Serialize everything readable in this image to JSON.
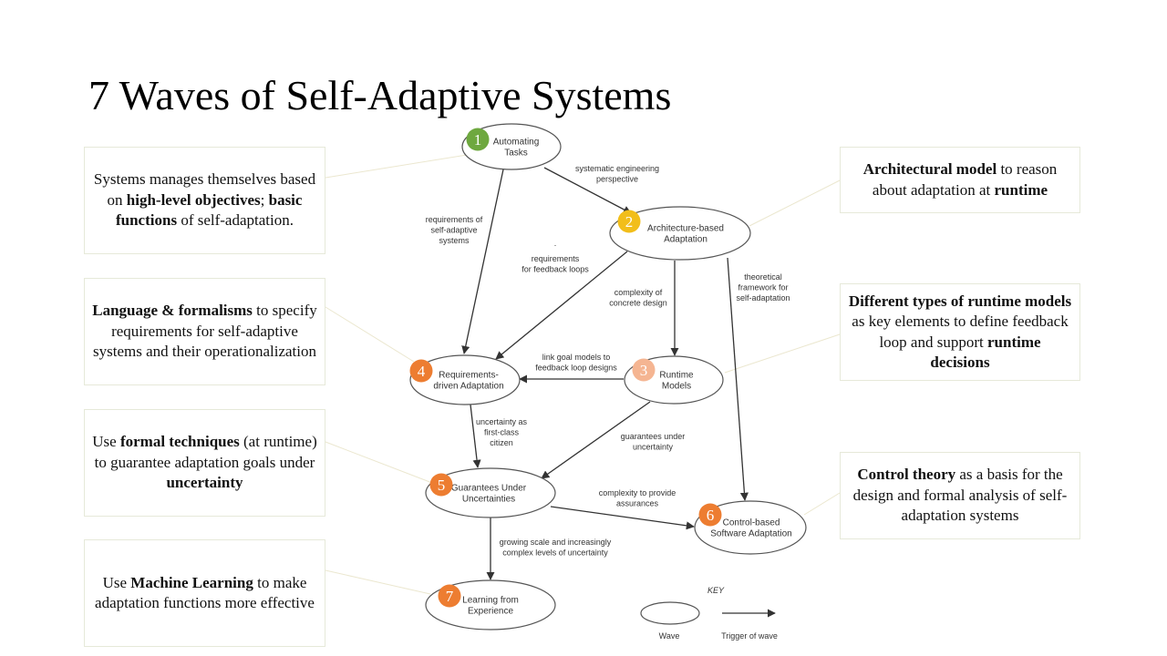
{
  "title": "7 Waves of Self-Adaptive Systems",
  "colors": {
    "green": "#6ea83f",
    "yellow": "#f2be1a",
    "orange": "#ed7d31",
    "peach": "#f5b592",
    "box_border": "#e6e9d9",
    "leader": "#ebe7cf",
    "edge": "#333333"
  },
  "boxes": [
    {
      "parts": [
        {
          "t": "Systems manages themselves based on "
        },
        {
          "t": "high-level objectives",
          "b": true
        },
        {
          "t": "; "
        },
        {
          "t": "basic functions",
          "b": true
        },
        {
          "t": " of self-adaptation."
        }
      ]
    },
    {
      "parts": [
        {
          "t": "Language & formalisms",
          "b": true
        },
        {
          "t": " to specify requirements for self-adaptive systems and their operationalization"
        }
      ]
    },
    {
      "parts": [
        {
          "t": "Use "
        },
        {
          "t": "formal techniques",
          "b": true
        },
        {
          "t": " (at runtime) to guarantee adaptation goals under "
        },
        {
          "t": "uncertainty",
          "b": true
        }
      ]
    },
    {
      "parts": [
        {
          "t": "Use "
        },
        {
          "t": "Machine Learning",
          "b": true
        },
        {
          "t": " to make adaptation functions more effective"
        }
      ]
    },
    {
      "parts": [
        {
          "t": "Architectural model",
          "b": true
        },
        {
          "t": " to reason about adaptation at "
        },
        {
          "t": "runtime",
          "b": true
        }
      ]
    },
    {
      "parts": [
        {
          "t": "Different types of runtime models",
          "b": true
        },
        {
          "t": " as key elements to define feedback loop and support "
        },
        {
          "t": "runtime decisions",
          "b": true
        }
      ]
    },
    {
      "parts": [
        {
          "t": "Control theory",
          "b": true
        },
        {
          "t": " as a basis for the design and formal analysis of self-adaptation systems"
        }
      ]
    }
  ],
  "nodes": [
    {
      "num": "1",
      "lines": [
        "Automating",
        "Tasks"
      ]
    },
    {
      "num": "2",
      "lines": [
        "Architecture-based",
        "Adaptation"
      ]
    },
    {
      "num": "3",
      "lines": [
        "Runtime",
        "Models"
      ]
    },
    {
      "num": "4",
      "lines": [
        "Requirements-",
        "driven Adaptation"
      ]
    },
    {
      "num": "5",
      "lines": [
        "Guarantees Under",
        "Uncertainties"
      ]
    },
    {
      "num": "6",
      "lines": [
        "Control-based",
        "Software Adaptation"
      ]
    },
    {
      "num": "7",
      "lines": [
        "Learning from",
        "Experience"
      ]
    }
  ],
  "edge_labels": [
    [
      "systematic engineering",
      "perspective"
    ],
    [
      "requirements of",
      "self-adaptive",
      "systems"
    ],
    [
      "requirements",
      "for feedback loops"
    ],
    [
      "complexity of",
      "concrete design"
    ],
    [
      "theoretical",
      "framework for",
      "self-adaptation"
    ],
    [
      "link goal models to",
      "feedback loop designs"
    ],
    [
      "uncertainty as",
      "first-class",
      "citizen"
    ],
    [
      "guarantees under",
      "uncertainty"
    ],
    [
      "complexity to provide",
      "assurances"
    ],
    [
      "growing scale and increasingly",
      "complex levels of uncertainty"
    ]
  ],
  "stray_mark": ".",
  "key": {
    "title": "KEY",
    "wave_label": "Wave",
    "trigger_label": "Trigger of wave"
  }
}
